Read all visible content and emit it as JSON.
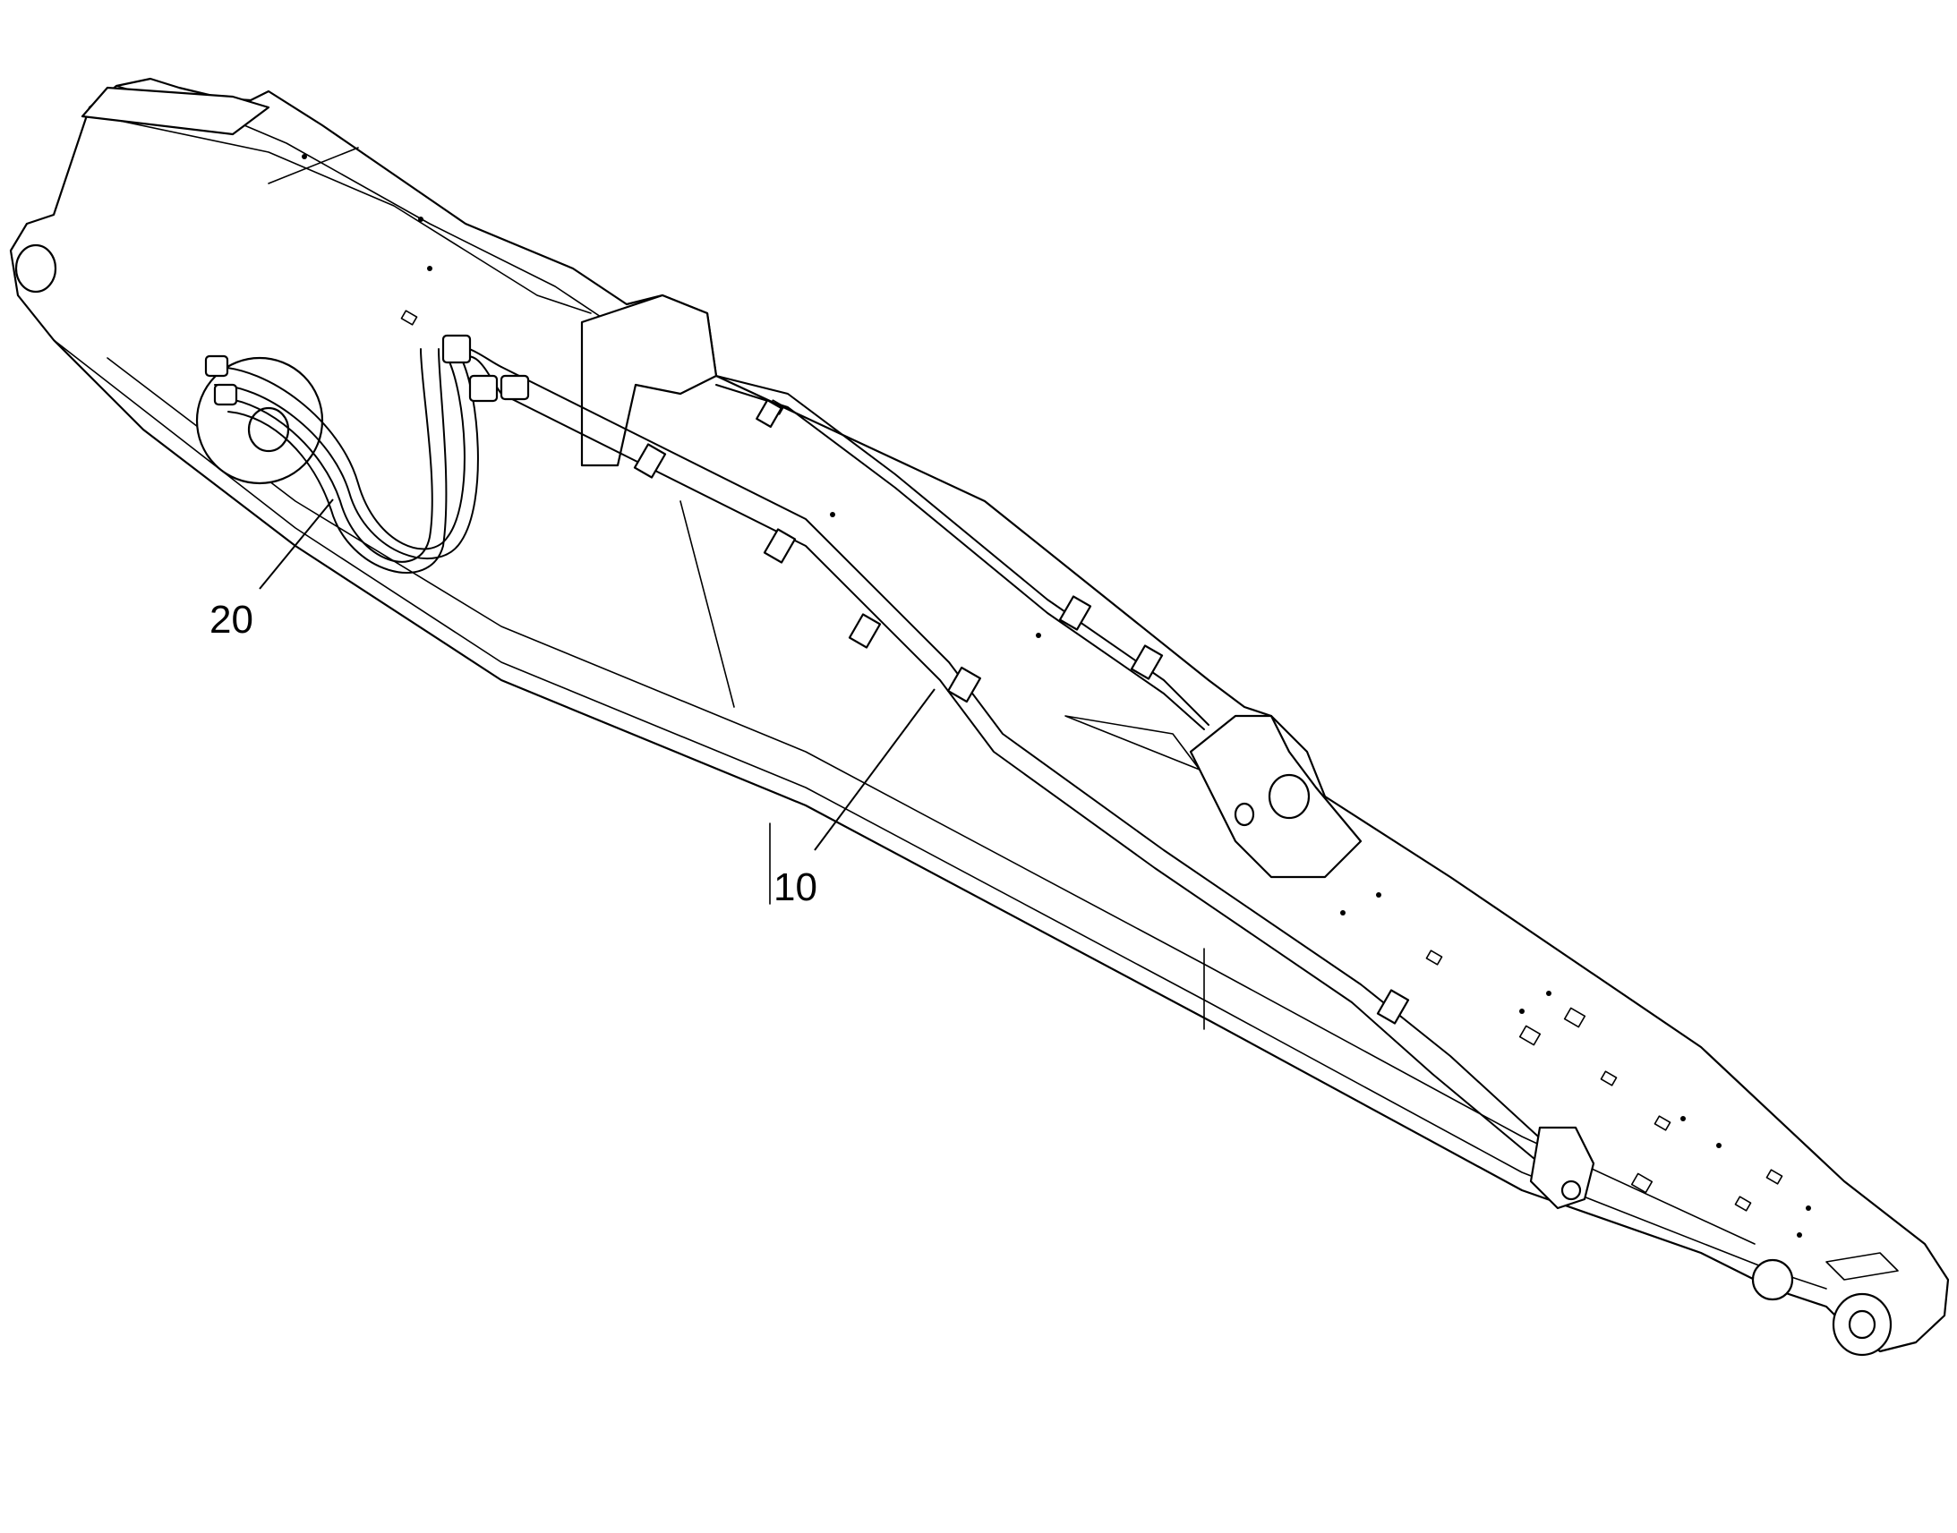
{
  "diagram": {
    "callouts": [
      {
        "id": "c20",
        "label": "20"
      },
      {
        "id": "c10",
        "label": "10"
      }
    ],
    "colors": {
      "line": "#000000",
      "background": "#ffffff"
    }
  }
}
